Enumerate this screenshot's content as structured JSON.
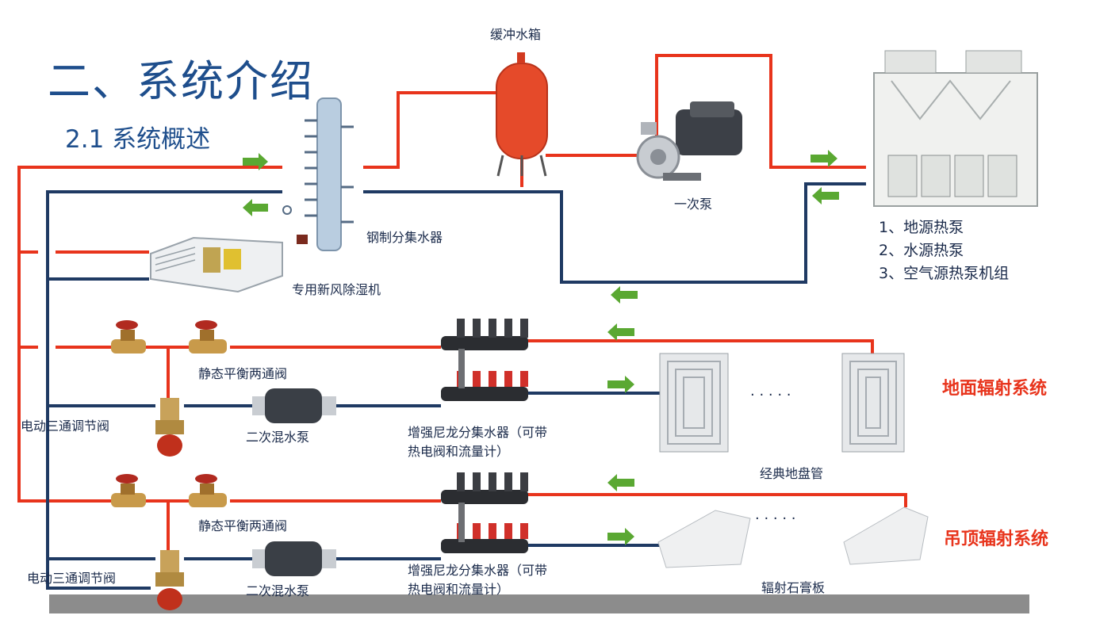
{
  "title": "二、系统介绍",
  "subtitle": "2.1 系统概述",
  "labels": {
    "buffer_tank": "缓冲水箱",
    "primary_pump": "一次泵",
    "steel_manifold": "钢制分集水器",
    "dehumidifier": "专用新风除湿机",
    "heat_pump_1": "1、地源热泵",
    "heat_pump_2": "2、水源热泵",
    "heat_pump_3": "3、空气源热泵机组",
    "static_valve_1": "静态平衡两通阀",
    "static_valve_2": "静态平衡两通阀",
    "three_way_valve_1": "电动三通调节阀",
    "three_way_valve_2": "电动三通调节阀",
    "mixing_pump_1": "二次混水泵",
    "mixing_pump_2": "二次混水泵",
    "nylon_manifold_1a": "增强尼龙分集水器（可带",
    "nylon_manifold_1b": "热电阀和流量计）",
    "nylon_manifold_2a": "增强尼龙分集水器（可带",
    "nylon_manifold_2b": "热电阀和流量计）",
    "floor_coil": "经典地盘管",
    "gypsum_board": "辐射石膏板",
    "floor_system": "地面辐射系统",
    "ceiling_system": "吊顶辐射系统",
    "dots_1": "· · · · ·",
    "dots_2": "· · · · ·"
  },
  "colors": {
    "supply": "#e8341c",
    "return": "#1f3a63",
    "arrow": "#5aa832",
    "title": "#1e4e8c"
  }
}
